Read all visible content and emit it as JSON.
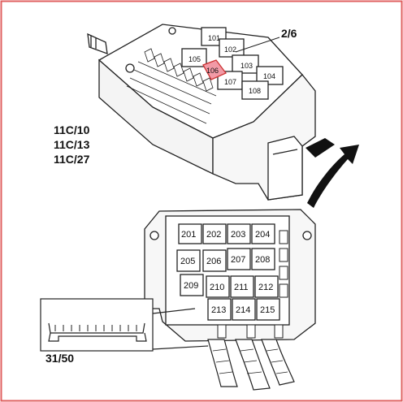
{
  "diagram": {
    "frame_color": "#e06060",
    "highlight_color": "#f29aa6",
    "callouts": {
      "top_right": "2/6",
      "left_codes": [
        "11C/10",
        "11C/13",
        "11C/27"
      ],
      "bottom_left": "31/50"
    },
    "upper_box": {
      "relays": [
        "101",
        "102",
        "103",
        "104",
        "105",
        "106",
        "107",
        "108"
      ],
      "highlighted_relay": "106"
    },
    "lower_box": {
      "relays": [
        "201",
        "202",
        "203",
        "204",
        "205",
        "206",
        "207",
        "208",
        "209",
        "210",
        "211",
        "212",
        "213",
        "214",
        "215"
      ]
    }
  }
}
